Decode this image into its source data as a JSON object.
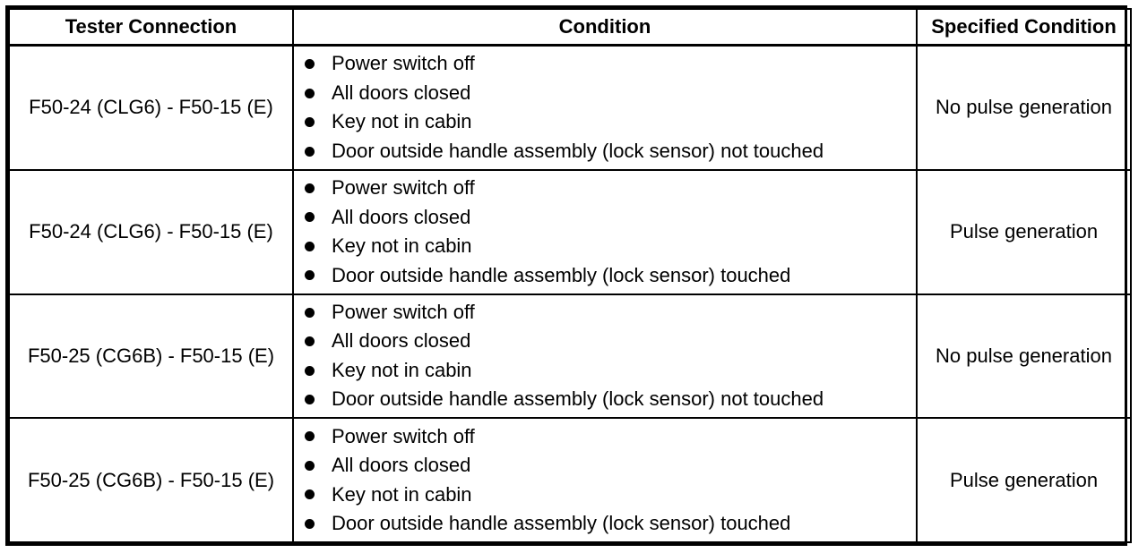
{
  "table": {
    "headers": [
      "Tester Connection",
      "Condition",
      "Specified Condition"
    ],
    "rows": [
      {
        "connection": "F50-24 (CLG6) - F50-15 (E)",
        "conditions": [
          "Power switch off",
          "All doors closed",
          "Key not in cabin",
          "Door outside handle assembly (lock sensor) not touched"
        ],
        "specified": "No pulse generation"
      },
      {
        "connection": "F50-24 (CLG6) - F50-15 (E)",
        "conditions": [
          "Power switch off",
          "All doors closed",
          "Key not in cabin",
          "Door outside handle assembly (lock sensor) touched"
        ],
        "specified": "Pulse generation"
      },
      {
        "connection": "F50-25 (CG6B) - F50-15 (E)",
        "conditions": [
          "Power switch off",
          "All doors closed",
          "Key not in cabin",
          "Door outside handle assembly (lock sensor) not touched"
        ],
        "specified": "No pulse generation"
      },
      {
        "connection": "F50-25 (CG6B) - F50-15 (E)",
        "conditions": [
          "Power switch off",
          "All doors closed",
          "Key not in cabin",
          "Door outside handle assembly (lock sensor) touched"
        ],
        "specified": "Pulse generation"
      }
    ]
  }
}
